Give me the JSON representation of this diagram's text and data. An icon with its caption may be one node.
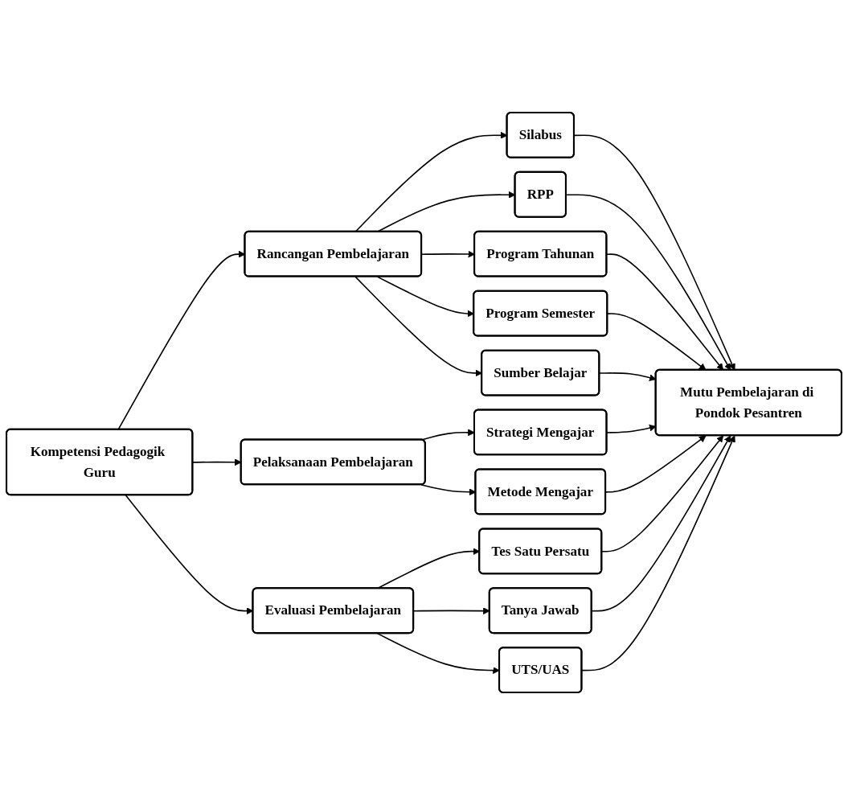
{
  "diagram": {
    "nodes": [
      {
        "text": [
          "Kompetensi Pedagogik Guru"
        ]
      },
      {
        "text": [
          "Rancangan Pembelajaran"
        ]
      },
      {
        "text": [
          "Pelaksanaan Pembelajaran"
        ]
      },
      {
        "text": [
          "Evaluasi Pembelajaran"
        ]
      },
      {
        "text": [
          "Silabus"
        ]
      },
      {
        "text": [
          "RPP"
        ]
      },
      {
        "text": [
          "Program Tahunan"
        ]
      },
      {
        "text": [
          "Program Semester"
        ]
      },
      {
        "text": [
          "Sumber Belajar"
        ]
      },
      {
        "text": [
          "Strategi Mengajar"
        ]
      },
      {
        "text": [
          "Metode Mengajar"
        ]
      },
      {
        "text": [
          "Tes Satu Persatu"
        ]
      },
      {
        "text": [
          "Tanya Jawab"
        ]
      },
      {
        "text": [
          "UTS/UAS"
        ]
      },
      {
        "text": [
          "Mutu Pembelajaran di Pondok Pesantren"
        ]
      }
    ],
    "edges": [
      {
        "from": 0,
        "to": 1,
        "arrow": "to"
      },
      {
        "from": 0,
        "to": 2,
        "arrow": "to"
      },
      {
        "from": 0,
        "to": 3,
        "arrow": "to"
      },
      {
        "from": 1,
        "to": 4,
        "arrow": "to"
      },
      {
        "from": 1,
        "to": 5,
        "arrow": "to"
      },
      {
        "from": 1,
        "to": 6,
        "arrow": "to"
      },
      {
        "from": 1,
        "to": 7,
        "arrow": "to"
      },
      {
        "from": 1,
        "to": 8,
        "arrow": "to"
      },
      {
        "from": 2,
        "to": 9,
        "arrow": "to"
      },
      {
        "from": 2,
        "to": 10,
        "arrow": "to"
      },
      {
        "from": 3,
        "to": 11,
        "arrow": "to"
      },
      {
        "from": 3,
        "to": 12,
        "arrow": "to"
      },
      {
        "from": 3,
        "to": 13,
        "arrow": "to"
      },
      {
        "from": 4,
        "to": 14,
        "arrow": "to"
      },
      {
        "from": 5,
        "to": 14,
        "arrow": "to"
      },
      {
        "from": 6,
        "to": 14,
        "arrow": "to"
      },
      {
        "from": 7,
        "to": 14,
        "arrow": "to"
      },
      {
        "from": 8,
        "to": 14,
        "arrow": "to"
      },
      {
        "from": 9,
        "to": 14,
        "arrow": "to"
      },
      {
        "from": 10,
        "to": 14,
        "arrow": "to"
      },
      {
        "from": 11,
        "to": 14,
        "arrow": "to"
      },
      {
        "from": 12,
        "to": 14,
        "arrow": "to"
      },
      {
        "from": 13,
        "to": 14,
        "arrow": "to"
      }
    ]
  }
}
